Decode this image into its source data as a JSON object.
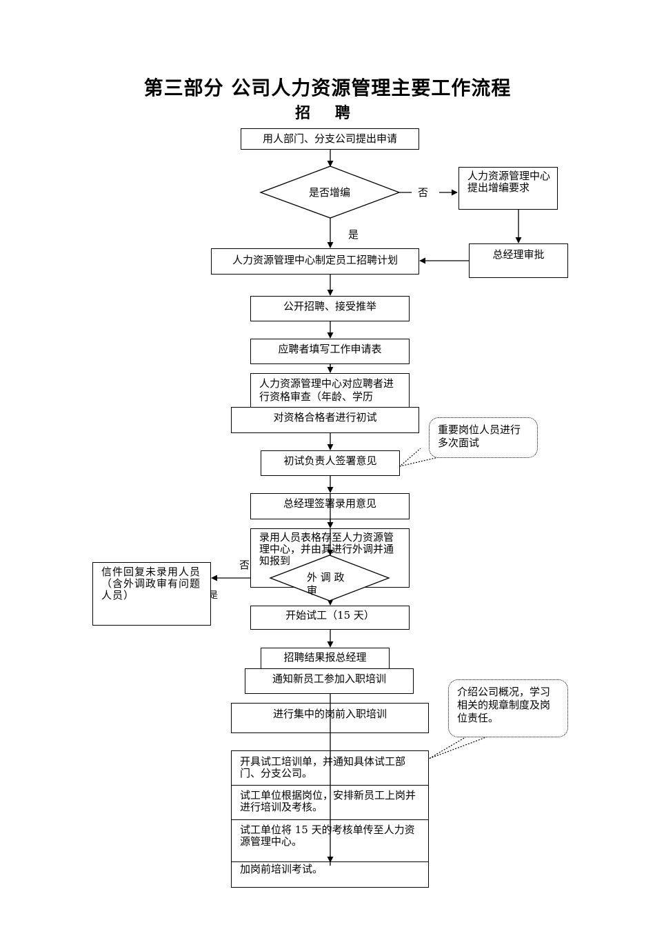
{
  "title": "第三部分  公司人力资源管理主要工作流程",
  "subtitle": "招  聘",
  "nodes": {
    "apply": "用人部门、分支公司提出申请",
    "decision_add": "是否增编",
    "hr_add_request": "人力资源管理中心提出增编要求",
    "gm_approve": "总经理审批",
    "hr_plan": "人力资源管理中心制定员工招聘计划",
    "open_recruit": "公开招聘、接受推举",
    "fill_form": "应聘者填写工作申请表",
    "hr_review": "人力资源管理中心对应聘者进行资格审查（年龄、学历",
    "first_interview": "对资格合格者进行初试",
    "interviewer_sign": "初试负责人签署意见",
    "gm_sign": "总经理签署录用意见",
    "archive": "录用人员表格存至人力资源管理中心，并由其进行外调并通知报到",
    "decision_political": "外 调 政 审",
    "reply_rejected": "信件回复未录用人员（含外调政审有问题人员）",
    "trial_start": "开始试工（15 天）",
    "report_gm": "招聘结果报总经理",
    "notify_training": "通知新员工参加入职培训",
    "pre_job_training": "进行集中的岗前入职培训",
    "trial_notice": "开具试工培训单，并通知具体试工部门、分支公司。",
    "trial_unit_train": "试工单位根据岗位，安排新员工上岗并进行培训及考核。",
    "trial_report": "试工单位将 15 天的考核单传至人力资源管理中心。",
    "final_exam": "加岗前培训考试。"
  },
  "labels": {
    "no_1": "否",
    "yes_1": "是",
    "no_2": "否",
    "yes_2_fragment": "是"
  },
  "callouts": {
    "multi_interview": "重要岗位人员进行多次面试",
    "training_content": "介绍公司概况，学习相关的规章制度及岗位责任。"
  }
}
